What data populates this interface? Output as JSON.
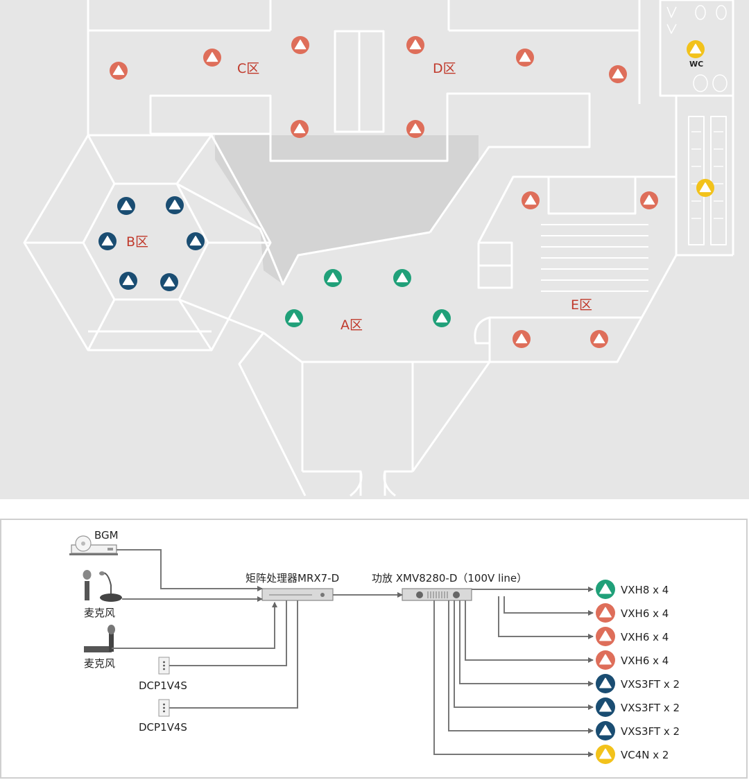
{
  "colors": {
    "red": "#de6e5a",
    "navy": "#1a4d72",
    "green": "#20a079",
    "yellow": "#f2c21b",
    "zone_text": "#c0392b",
    "floor_bg": "#e6e6e6",
    "atrium": "#d4d4d4",
    "wall": "#ffffff",
    "line": "#8a8a8a"
  },
  "floorplan": {
    "zones": {
      "a": "A区",
      "b": "B区",
      "c": "C区",
      "d": "D区",
      "e": "E区"
    },
    "wc_label": "WC"
  },
  "schematic": {
    "sources": {
      "bgm": "BGM",
      "mic1": "麦克风",
      "mic2": "麦克风",
      "dcp1": "DCP1V4S",
      "dcp2": "DCP1V4S"
    },
    "processor_label": "矩阵处理器MRX7-D",
    "amplifier_label": "功放 XMV8280-D（100V line）",
    "outputs": [
      {
        "label": "VXH8 x 4",
        "color": "green"
      },
      {
        "label": "VXH6 x 4",
        "color": "red"
      },
      {
        "label": "VXH6 x 4",
        "color": "red"
      },
      {
        "label": "VXH6 x 4",
        "color": "red"
      },
      {
        "label": "VXS3FT x 2",
        "color": "navy"
      },
      {
        "label": "VXS3FT x 2",
        "color": "navy"
      },
      {
        "label": "VXS3FT x 2",
        "color": "navy"
      },
      {
        "label": "VC4N x 2",
        "color": "yellow"
      }
    ]
  }
}
